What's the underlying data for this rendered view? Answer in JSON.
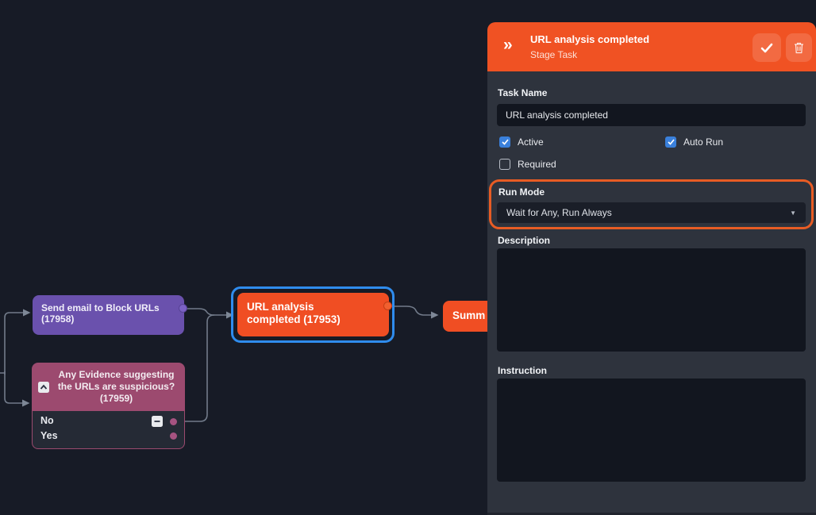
{
  "colors": {
    "canvas_bg": "#171b26",
    "panel_bg": "#2e333d",
    "header_orange": "#f05223",
    "node_orange": "#f04e23",
    "node_purple": "#6a51ad",
    "node_mauve": "#9c4a6f",
    "selection_blue": "#2f8ced",
    "checkbox_blue": "#3a80db",
    "connector_gray": "#727b8a",
    "annotation_orange": "#e85c24"
  },
  "canvas": {
    "nodes": {
      "send_email": {
        "line1": "Send email to Block URLs",
        "line2": "(17958)"
      },
      "condition": {
        "line1": "Any Evidence suggesting",
        "line2": "the URLs are suspicious?",
        "line3": "(17959)",
        "option_no": "No",
        "option_yes": "Yes"
      },
      "url_analysis": {
        "line1": "URL analysis",
        "line2": "completed (17953)"
      },
      "summary": {
        "label": "Summ"
      }
    }
  },
  "panel": {
    "header": {
      "icon_glyph": "»",
      "title": "URL analysis completed",
      "subtitle": "Stage Task"
    },
    "task_name_label": "Task Name",
    "task_name_value": "URL analysis completed",
    "checkbox_active_label": "Active",
    "checkbox_auto_run_label": "Auto Run",
    "checkbox_required_label": "Required",
    "run_mode_label": "Run Mode",
    "run_mode_value": "Wait for Any, Run Always",
    "dropdown_caret": "▼",
    "description_label": "Description",
    "description_value": "",
    "instruction_label": "Instruction",
    "instruction_value": ""
  }
}
